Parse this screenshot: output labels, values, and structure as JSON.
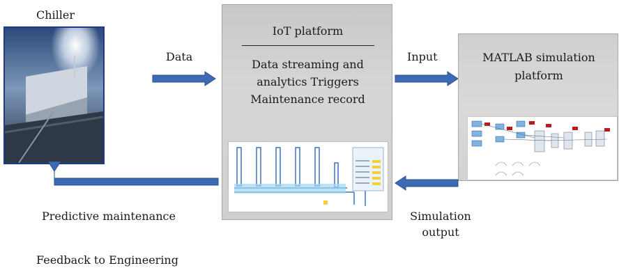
{
  "chiller": {
    "label": "Chiller"
  },
  "arrows": {
    "data_label": "Data",
    "input_label": "Input",
    "simulation_output_line1": "Simulation",
    "simulation_output_line2": "output"
  },
  "iot": {
    "title": "IoT platform",
    "line1": "Data streaming and",
    "line2": "analytics Triggers",
    "line3": "Maintenance record"
  },
  "matlab": {
    "line1": "MATLAB simulation",
    "line2": "platform"
  },
  "bottom": {
    "predictive": "Predictive maintenance",
    "feedback": "Feedback to Engineering"
  },
  "colors": {
    "arrow_fill": "#3d6bb3",
    "arrow_stroke": "#2b4f8c",
    "frame_blue": "#1f3a8a"
  }
}
